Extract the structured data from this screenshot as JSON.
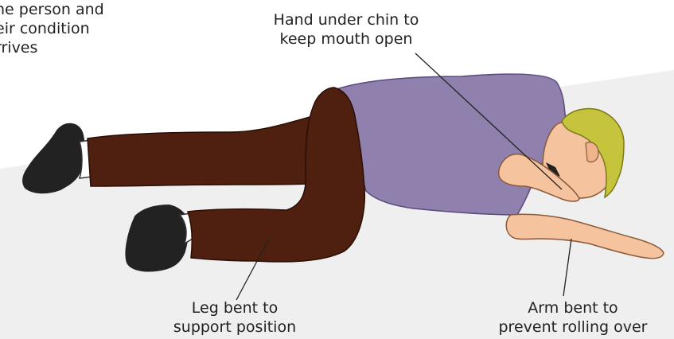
{
  "captions": {
    "top_left": {
      "line1": "he person and",
      "line2": "eir condition",
      "line3": "rrives"
    },
    "chin": {
      "line1": "Hand under chin to",
      "line2": "keep mouth open"
    },
    "leg": {
      "line1": "Leg bent to",
      "line2": "support position"
    },
    "arm": {
      "line1": "Arm bent to",
      "line2": "prevent rolling over"
    }
  },
  "colors": {
    "floor": "#efefef",
    "shirt": "#9080ad",
    "trousers": "#4f200f",
    "skin": "#f6c39f",
    "hair": "#c6c43c",
    "shoes": "#222222",
    "socks": "#ffffff",
    "outline": "#333333"
  }
}
